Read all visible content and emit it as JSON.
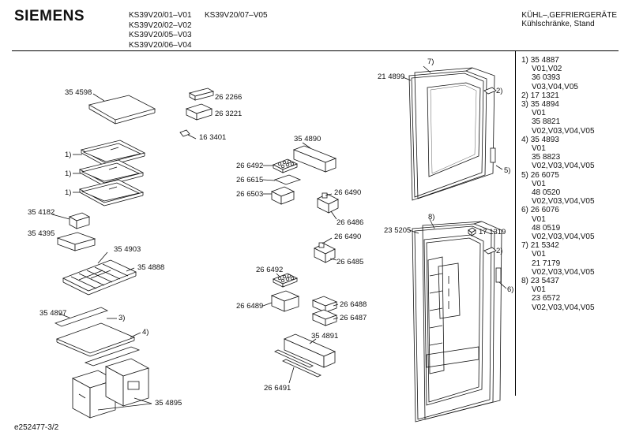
{
  "header": {
    "brand": "SIEMENS",
    "models_col1": [
      "KS39V20/01–V01",
      "KS39V20/02–V02",
      "KS39V20/05–V03",
      "KS39V20/06–V04"
    ],
    "models_col2": [
      "KS39V20/07–V05"
    ],
    "category_line1": "KÜHL–,GEFRIERGERÄTE",
    "category_line2": "Kühlschränke, Stand"
  },
  "parts": {
    "p354598": "35 4598",
    "p262266": "26 2266",
    "p263221": "26 3221",
    "p163401": "16 3401",
    "ref1a": "1)",
    "ref1b": "1)",
    "ref1c": "1)",
    "p354182": "35 4182",
    "p354395": "35 4395",
    "p354903": "35 4903",
    "p354888": "35 4888",
    "p354897": "35 4897",
    "ref3": "3)",
    "ref4": "4)",
    "p354895": "35 4895",
    "p354890": "35 4890",
    "p266492a": "26 6492",
    "p266615": "26 6615",
    "p266503": "26 6503",
    "p266490a": "26 6490",
    "p266486": "26 6486",
    "p266490b": "26 6490",
    "p266485": "26 6485",
    "p266492b": "26 6492",
    "p266489": "26 6489",
    "p266488": "26 6488",
    "p266487": "26 6487",
    "p354891": "35 4891",
    "p266491": "26 6491",
    "ref7": "7)",
    "p214899": "21 4899",
    "ref2a": "2)",
    "ref5": "5)",
    "ref8": "8)",
    "p235205": "23 5205",
    "p171319": "17 1319",
    "ref2b": "2)",
    "ref6": "6)"
  },
  "notes": [
    {
      "ref": "1)",
      "lines": [
        "35 4887",
        "V01,V02",
        "36 0393",
        "V03,V04,V05"
      ]
    },
    {
      "ref": "2)",
      "lines": [
        "17 1321"
      ]
    },
    {
      "ref": "3)",
      "lines": [
        "35 4894",
        "V01",
        "35 8821",
        "V02,V03,V04,V05"
      ]
    },
    {
      "ref": "4)",
      "lines": [
        "35 4893",
        "V01",
        "35 8823",
        "V02,V03,V04,V05"
      ]
    },
    {
      "ref": "5)",
      "lines": [
        "26 6075",
        "V01",
        "48 0520",
        "V02,V03,V04,V05"
      ]
    },
    {
      "ref": "6)",
      "lines": [
        "26 6076",
        "V01",
        "48 0519",
        "V02,V03,V04,V05"
      ]
    },
    {
      "ref": "7)",
      "lines": [
        "21 5342",
        "V01",
        "21 7179",
        "V02,V03,V04,V05"
      ]
    },
    {
      "ref": "8)",
      "lines": [
        "23 5437",
        "V01",
        "23 6572",
        "V02,V03,V04,V05"
      ]
    }
  ],
  "footer": {
    "drawing_id": "e252477-3/2"
  }
}
